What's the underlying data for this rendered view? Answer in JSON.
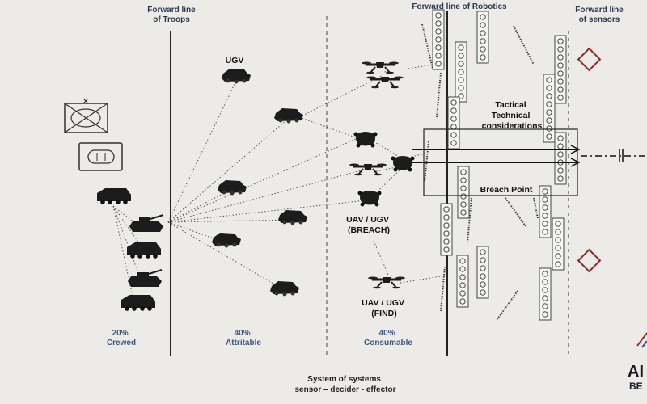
{
  "lines": {
    "troops": "Forward line\nof Troops",
    "robotics": "Forward line of Robotics",
    "sensors": "Forward line\nof sensors"
  },
  "labels": {
    "ugv": "UGV",
    "tactical": "Tactical\nTechnical\nconsiderations",
    "breach_point": "Breach Point",
    "uav_breach": "UAV / UGV\n(BREACH)",
    "uav_find": "UAV / UGV\n(FIND)"
  },
  "columns": [
    {
      "pct": "20%",
      "name": "Crewed"
    },
    {
      "pct": "40%",
      "name": "Attritable"
    },
    {
      "pct": "40%",
      "name": "Consumable"
    }
  ],
  "footer": "System of systems\nsensor – decider - effector",
  "logo_fragment": "AΙ\nBE",
  "colors": {
    "background": "#ecebe8",
    "label": "#2c3a4f",
    "pct": "#3a5a80",
    "diamond": "#8a2a2a"
  }
}
